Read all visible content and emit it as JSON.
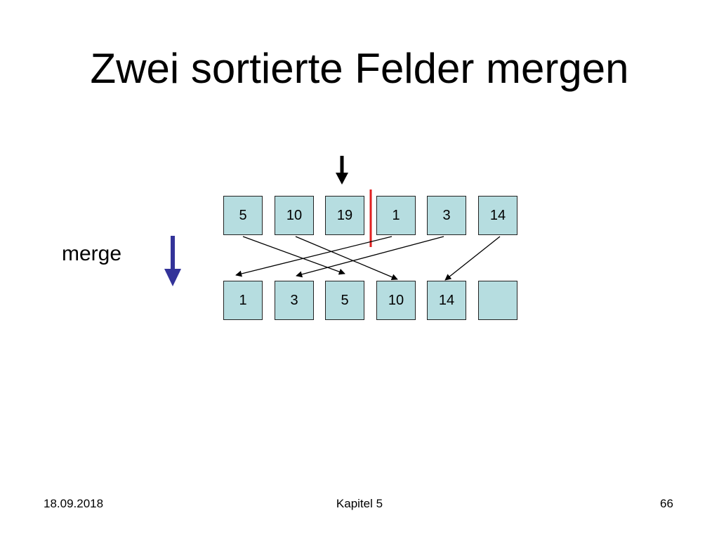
{
  "slide": {
    "title": "Zwei sortierte Felder mergen",
    "merge_label": "merge"
  },
  "top_array": [
    "5",
    "10",
    "19",
    "1",
    "3",
    "14"
  ],
  "bottom_array": [
    "1",
    "3",
    "5",
    "10",
    "14",
    ""
  ],
  "colors": {
    "cell_fill": "#b6dde0",
    "divider": "#e02020",
    "merge_arrow": "#333399",
    "pointer_arrow": "#000000"
  },
  "footer": {
    "date": "18.09.2018",
    "chapter": "Kapitel 5",
    "page": "66"
  }
}
